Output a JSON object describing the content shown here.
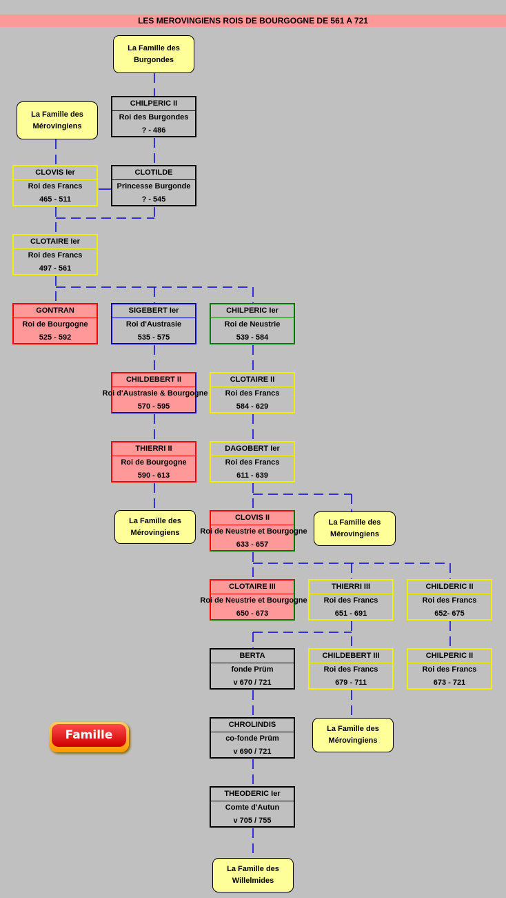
{
  "title": "LES MEROVINGIENS ROIS DE BOURGOGNE DE 561 A 721",
  "families": {
    "burgondes": "La Famille des Burgondes",
    "merovingiens_top": "La Famille des Mérovingiens",
    "merovingiens_thierri": "La Famille des Mérovingiens",
    "merovingiens_clovis": "La Famille des Mérovingiens",
    "merovingiens_childebert": "La Famille des Mérovingiens",
    "willelmides": "La Famille des Willelmides"
  },
  "persons": {
    "chilperic_ii": {
      "name": "CHILPERIC II",
      "title": "Roi des Burgondes",
      "dates": "? - 486"
    },
    "clovis_ier": {
      "name": "CLOVIS Ier",
      "title": "Roi des Francs",
      "dates": "465 - 511"
    },
    "clotilde": {
      "name": "CLOTILDE",
      "title": "Princesse Burgonde",
      "dates": "? - 545"
    },
    "clotaire_ier": {
      "name": "CLOTAIRE Ier",
      "title": "Roi  des Francs",
      "dates": "497 - 561"
    },
    "gontran": {
      "name": "GONTRAN",
      "title": "Roi de Bourgogne",
      "dates": "525 - 592"
    },
    "sigebert_ier": {
      "name": "SIGEBERT Ier",
      "title": "Roi d'Austrasie",
      "dates": "535 - 575"
    },
    "chilperic_ier": {
      "name": "CHILPERIC Ier",
      "title": "Roi de Neustrie",
      "dates": "539 - 584"
    },
    "childebert_ii": {
      "name": "CHILDEBERT II",
      "title": "Roi d'Austrasie & Bourgogne",
      "dates": "570 - 595"
    },
    "clotaire_ii": {
      "name": "CLOTAIRE II",
      "title": "Roi des Francs",
      "dates": "584 - 629"
    },
    "thierri_ii": {
      "name": "THIERRI II",
      "title": "Roi de Bourgogne",
      "dates": "590 - 613"
    },
    "dagobert_ier": {
      "name": "DAGOBERT Ier",
      "title": "Roi des Francs",
      "dates": "611  - 639"
    },
    "clovis_ii": {
      "name": "CLOVIS II",
      "title": "Roi de Neustrie et Bourgogne",
      "dates": "633 - 657"
    },
    "clotaire_iii": {
      "name": "CLOTAIRE III",
      "title": "Roi de Neustrie et Bourgogne",
      "dates": "650 - 673"
    },
    "thierri_iii": {
      "name": "THIERRI III",
      "title": "Roi des Francs",
      "dates": "651 - 691"
    },
    "childeric_ii": {
      "name": "CHILDERIC II",
      "title": "Roi des Francs",
      "dates": "652- 675"
    },
    "berta": {
      "name": "BERTA",
      "title": "fonde Prüm",
      "dates": "v 670 / 721"
    },
    "childebert_iii": {
      "name": "CHILDEBERT III",
      "title": "Roi des Francs",
      "dates": "679 - 711"
    },
    "chilperic_ii_b": {
      "name": "CHILPERIC II",
      "title": "Roi des Francs",
      "dates": "673 - 721"
    },
    "chrolindis": {
      "name": "CHROLINDIS",
      "title": "co-fonde Prüm",
      "dates": "v 690 / 721"
    },
    "theoderic_ier": {
      "name": "THEODERIC Ier",
      "title": "Comte d'Autun",
      "dates": "v 705 / 755"
    }
  },
  "button": {
    "label": "Famille"
  },
  "colors": {
    "background": "#c0c0c0",
    "title_bar": "#ff9999",
    "family_box": "#ffff99",
    "king_of_burgundy": "#ff9999",
    "connector": "#0000cc"
  }
}
